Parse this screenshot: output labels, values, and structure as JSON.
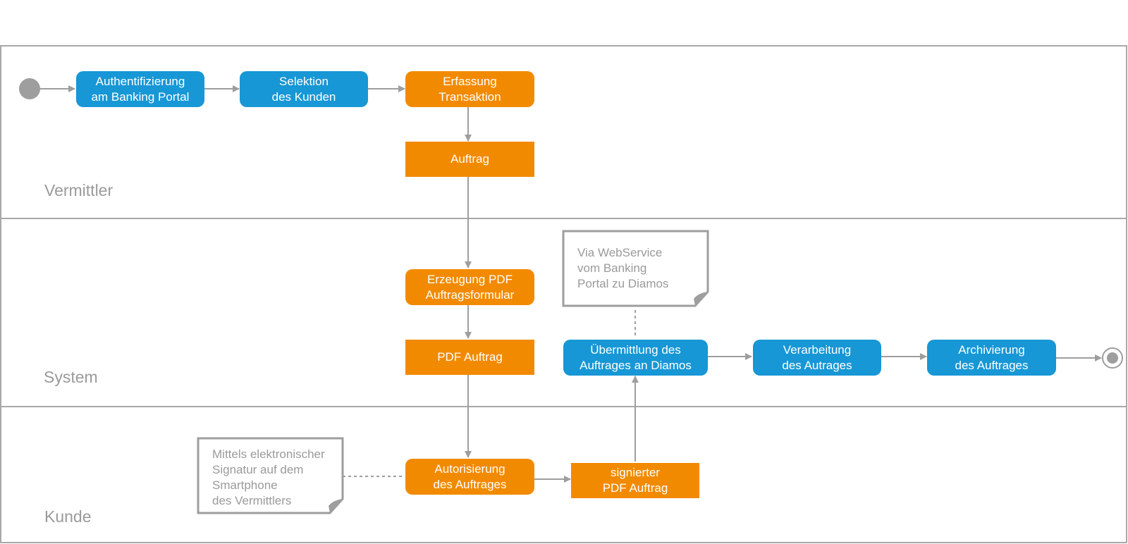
{
  "colors": {
    "action_blue": "#1797d5",
    "action_orange": "#f28a00",
    "line_gray": "#9e9e9e",
    "text_gray": "#9a9a9a"
  },
  "lanes": [
    {
      "id": "vermittler",
      "label": "Vermittler"
    },
    {
      "id": "system",
      "label": "System"
    },
    {
      "id": "kunde",
      "label": "Kunde"
    }
  ],
  "nodes": {
    "authentifizierung": "Authentifizierung\nam Banking Portal",
    "selektion": "Selektion\ndes Kunden",
    "erfassung": "Erfassung\nTransaktion",
    "auftrag": "Auftrag",
    "erzeugung_pdf": "Erzeugung PDF\nAuftragsformular",
    "pdf_auftrag": "PDF Auftrag",
    "uebermittlung": "Übermittlung des\nAuftrages an Diamos",
    "verarbeitung": "Verarbeitung\ndes Autrages",
    "archivierung": "Archivierung\ndes Auftrages",
    "autorisierung": "Autorisierung\ndes Auftrages",
    "signierter_pdf": "signierter\nPDF Auftrag"
  },
  "notes": {
    "webservice": "Via WebService\nvom Banking\nPortal zu Diamos",
    "signatur": "Mittels elektronischer\nSignatur auf dem\nSmartphone\ndes Vermittlers"
  }
}
